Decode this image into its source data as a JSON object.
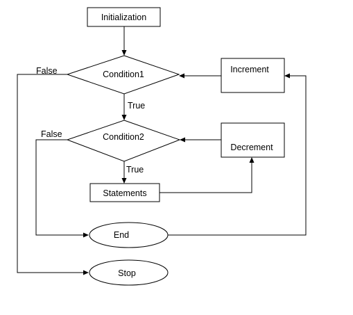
{
  "nodes": {
    "initialization": "Initialization",
    "condition1": "Condition1",
    "increment": "Increment",
    "condition2": "Condition2",
    "decrement": "Decrement",
    "statements": "Statements",
    "end": "End",
    "stop": "Stop"
  },
  "edges": {
    "c1_false": "False",
    "c1_true": "True",
    "c2_false": "False",
    "c2_true": "True"
  }
}
